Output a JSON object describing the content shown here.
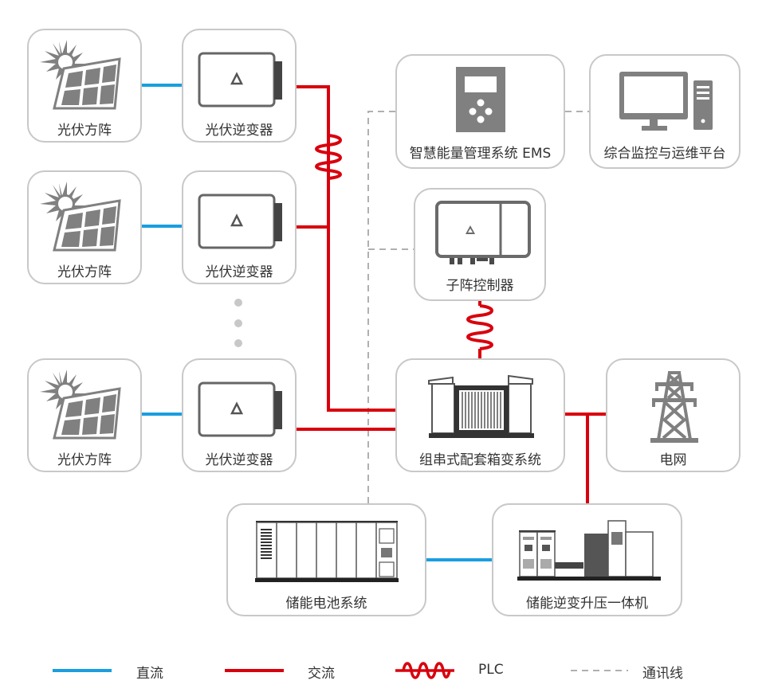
{
  "nodes": {
    "pv_array_1": "光伏方阵",
    "pv_inverter_1": "光伏逆变器",
    "pv_array_2": "光伏方阵",
    "pv_inverter_2": "光伏逆变器",
    "pv_array_3": "光伏方阵",
    "pv_inverter_3": "光伏逆变器",
    "ems": "智慧能量管理系统 EMS",
    "monitoring": "综合监控与运维平台",
    "subarray_controller": "子阵控制器",
    "box_transformer": "组串式配套箱变系统",
    "grid": "电网",
    "battery_system": "储能电池系统",
    "pcs_step_up": "储能逆变升压一体机"
  },
  "legend": {
    "dc": "直流",
    "ac": "交流",
    "plc": "PLC",
    "comm": "通讯线"
  },
  "colors": {
    "dc": "#1a9ee0",
    "ac": "#d9000d",
    "comm": "#b0b0b0",
    "icon": "#808080",
    "border": "#c8c8c8"
  }
}
